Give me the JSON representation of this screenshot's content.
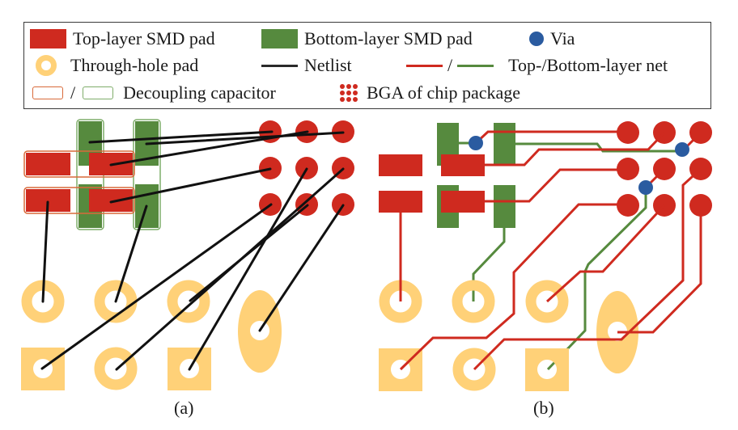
{
  "colors": {
    "top_pad": "#cf2a1f",
    "bottom_pad": "#568a3e",
    "via": "#2a5ba0",
    "through_hole": "#ffd178",
    "netlist": "#111111",
    "top_net": "#cf2a1f",
    "bottom_net": "#568a3e",
    "decap_top_outline": "#d96a3a",
    "decap_bottom_outline": "#7fad6a"
  },
  "legend": {
    "top_smd_pad": "Top-layer SMD pad",
    "bottom_smd_pad": "Bottom-layer SMD pad",
    "via": "Via",
    "through_hole_pad": "Through-hole pad",
    "netlist": "Netlist",
    "net_separator": "/",
    "top_bottom_net": "Top-/Bottom-layer net",
    "decap_separator": "/",
    "decoupling_capacitor": "Decoupling capacitor",
    "bga": "BGA of chip package"
  },
  "captions": {
    "a": "(a)",
    "b": "(b)"
  }
}
